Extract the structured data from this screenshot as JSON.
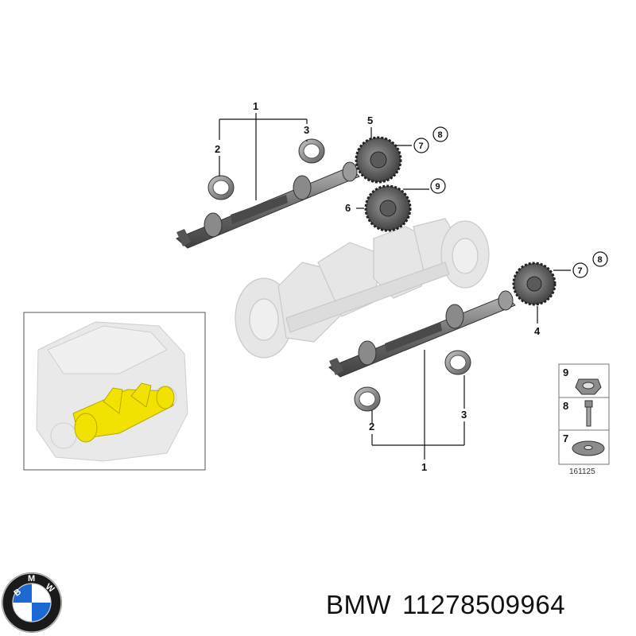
{
  "callouts": {
    "upper_1": "1",
    "upper_2": "2",
    "upper_3": "3",
    "upper_5": "5",
    "upper_6": "6",
    "upper_7": "7",
    "upper_8": "8",
    "upper_9": "9",
    "lower_1": "1",
    "lower_2": "2",
    "lower_3": "3",
    "lower_4": "4",
    "lower_7": "7",
    "lower_8": "8"
  },
  "legend": {
    "items": [
      {
        "number": "9",
        "icon": "hex-nut-icon"
      },
      {
        "number": "8",
        "icon": "bolt-icon"
      },
      {
        "number": "7",
        "icon": "washer-icon"
      }
    ],
    "code": "161125"
  },
  "logo": {
    "letters": "BMW",
    "icon": "bmw-roundel-icon",
    "colors": {
      "blue": "#1c69d4",
      "ring": "#1a1a1a",
      "white": "#ffffff"
    }
  },
  "caption": {
    "brand": "BMW",
    "part_number": "11278509964"
  },
  "colors": {
    "highlight": "#f2e200",
    "metal": "#6f6f6f",
    "ghost": "#e3e3e3"
  }
}
